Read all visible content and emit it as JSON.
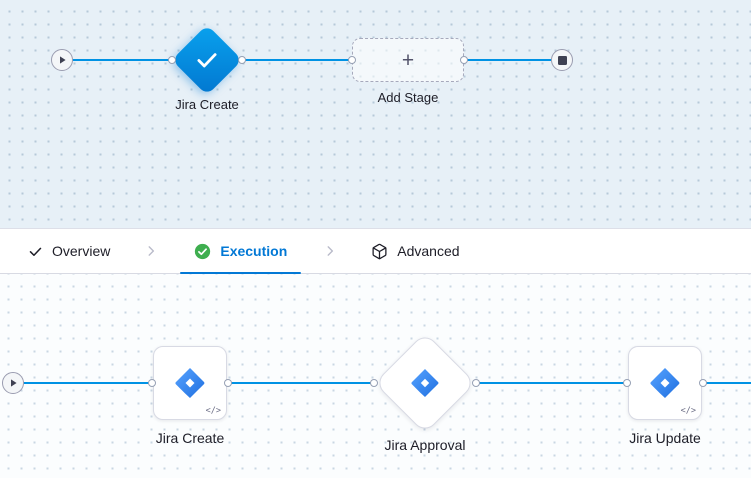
{
  "stage_canvas": {
    "stage": {
      "label": "Jira Create"
    },
    "add_stage": {
      "label": "Add Stage",
      "plus": "+"
    }
  },
  "tabs": [
    {
      "label": "Overview",
      "icon": "check-icon",
      "active": false
    },
    {
      "label": "Execution",
      "icon": "check-circle-icon",
      "active": true
    },
    {
      "label": "Advanced",
      "icon": "package-icon",
      "active": false
    }
  ],
  "execution_canvas": {
    "steps": [
      {
        "label": "Jira Create",
        "shape": "card",
        "icon": "jira-icon",
        "code_badge": "</>"
      },
      {
        "label": "Jira Approval",
        "shape": "diamond",
        "icon": "jira-icon"
      },
      {
        "label": "Jira Update",
        "shape": "card",
        "icon": "jira-icon",
        "code_badge": "</>"
      }
    ]
  },
  "colors": {
    "accent_blue": "#0278d5",
    "connector_blue": "#0092e4",
    "stage_node_blue": "#0690dd",
    "success_green": "#3eae4f",
    "jira_blue": "#2684ff",
    "canvas_top_bg": "#e7f0f7",
    "canvas_bottom_bg": "#fbfdfe"
  }
}
